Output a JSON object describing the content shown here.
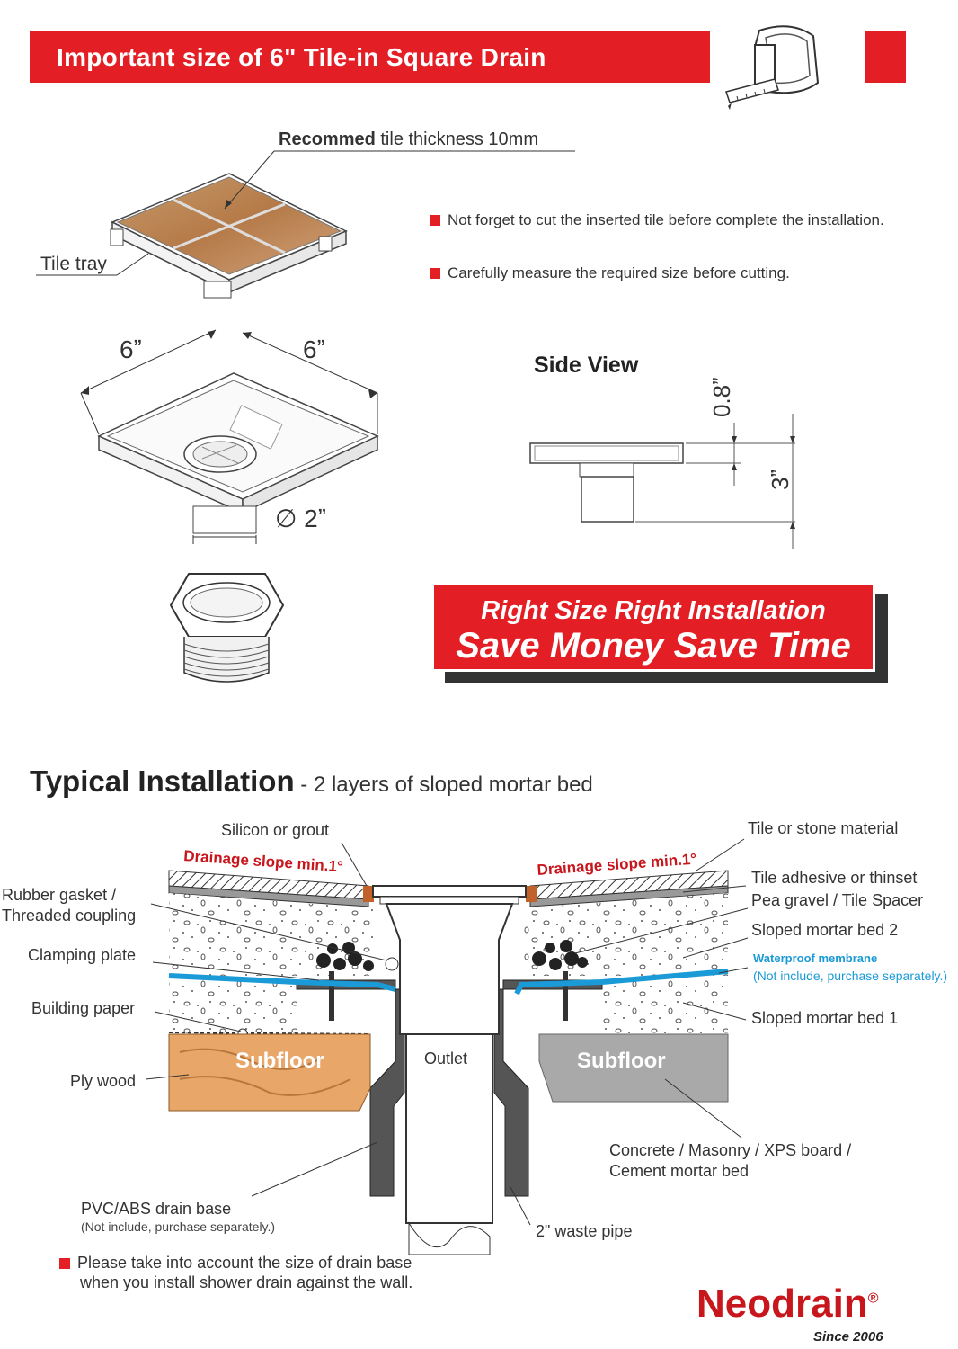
{
  "header": {
    "title": "Important size of 6\" Tile-in Square Drain"
  },
  "tile_section": {
    "thickness_bold": "Recommed",
    "thickness_rest": " tile thickness 10mm",
    "tile_tray_label": "Tile tray",
    "notes": [
      "Not forget to cut the inserted tile before complete the installation.",
      "Carefully measure the required size before cutting."
    ]
  },
  "dimensions": {
    "width_left": "6ˮ",
    "width_right": "6ˮ",
    "pipe_diameter": "∅ 2ˮ",
    "side_view_title": "Side View",
    "flange_height": "0.8ˮ",
    "pipe_height": "3ˮ"
  },
  "promo": {
    "line1": "Right Size Right Installation",
    "line2": "Save Money Save Time"
  },
  "installation": {
    "title": "Typical Installation",
    "subtitle": " - 2 layers of sloped mortar bed",
    "labels": {
      "silicon": "Silicon or grout",
      "tile_stone": "Tile or stone material",
      "slope_left": "Drainage slope min.1°",
      "slope_right": "Drainage slope min.1°",
      "rubber_gasket_1": "Rubber gasket /",
      "rubber_gasket_2": "Threaded coupling",
      "tile_adhesive": "Tile adhesive or thinset",
      "pea_gravel": "Pea gravel / Tile Spacer",
      "clamping_plate": "Clamping plate",
      "sloped_bed_2": "Sloped mortar bed 2",
      "waterproof": "Waterproof membrane",
      "waterproof_note": "(Not include, purchase separately.)",
      "building_paper": "Building paper",
      "sloped_bed_1": "Sloped mortar bed 1",
      "subfloor_left": "Subfloor",
      "outlet": "Outlet",
      "subfloor_right": "Subfloor",
      "plywood": "Ply wood",
      "concrete_1": "Concrete / Masonry  / XPS board /",
      "concrete_2": "Cement mortar bed",
      "drain_base": "PVC/ABS drain base",
      "drain_base_note": "(Not include, purchase separately.)",
      "waste_pipe": "2\" waste pipe"
    },
    "footnote_1": "Please take into account the size of drain base",
    "footnote_2": "when you install shower drain against the wall."
  },
  "brand": {
    "name": "Neodrain",
    "reg": "®",
    "since": "Since 2006"
  },
  "colors": {
    "red": "#e31e24",
    "blue_membrane": "#1a9ad6",
    "plywood": "#e8a769",
    "concrete": "#a9a9a9"
  }
}
